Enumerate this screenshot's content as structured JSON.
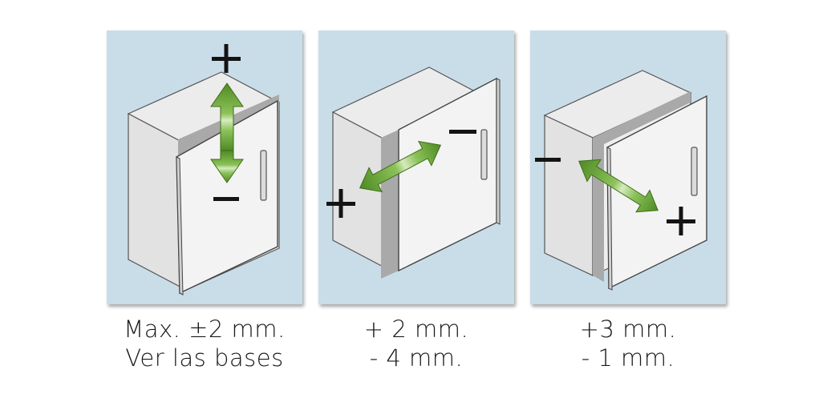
{
  "panels": [
    {
      "caption": {
        "line1": "Max. ±2 mm.",
        "line2": "Ver las bases"
      },
      "adjustment": "vertical",
      "signs": {
        "plus": "+",
        "minus": "−"
      }
    },
    {
      "caption": {
        "line1": "+ 2 mm.",
        "line2": "- 4 mm."
      },
      "adjustment": "horizontal",
      "signs": {
        "plus": "+",
        "minus": "−"
      }
    },
    {
      "caption": {
        "line1": "+3 mm.",
        "line2": "- 1 mm."
      },
      "adjustment": "depth",
      "signs": {
        "plus": "+",
        "minus": "−"
      }
    }
  ],
  "colors": {
    "panel_background": "#c9dde9",
    "arrow": "#5f9a2e",
    "cabinet_front": "#f3f3f3",
    "cabinet_side": "#e2e2e2",
    "cabinet_top": "#ececec",
    "gap_shadow": "#a9a9a9"
  },
  "icons": [
    "plus-sign-icon",
    "minus-sign-icon",
    "double-arrow-icon",
    "door-handle-icon"
  ]
}
